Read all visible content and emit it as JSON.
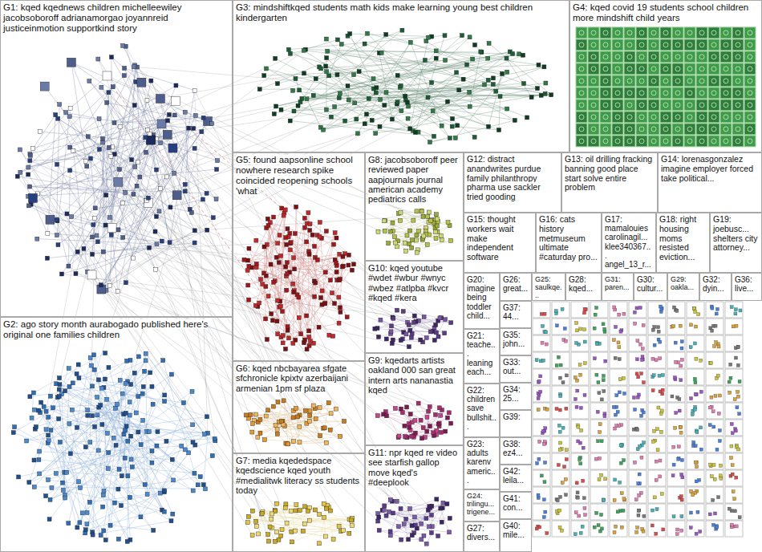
{
  "diagram": {
    "nodes": [
      {
        "text": [
          "G1: kqed kqednews children michelleewiley jacobsoboroff adrianamorgao joyannreid justiceinmotion supportkind story"
        ]
      },
      {
        "text": [
          "G3: mindshiftkqed students math kids make learning young best children kindergarten"
        ]
      },
      {
        "text": [
          "G4: kqed covid 19 students school children more mindshift child years"
        ]
      },
      {
        "text": [
          "G5: found aapsonline school nowhere research spike coincided reopening schools 'what"
        ]
      },
      {
        "text": [
          "G8: jacobsoboroff peer reviewed paper aapjournals journal american academy pediatrics calls"
        ]
      },
      {
        "text": [
          "G12: distract anandwrites purdue family philanthropy pharma use sackler tried gooding"
        ]
      },
      {
        "text": [
          "G13: oil drilling fracking banning good place start solve entire problem"
        ]
      },
      {
        "text": [
          "G14: lorenasgonzalez imagine employer forced take political..."
        ]
      },
      {
        "text": [
          "G15: thought workers wait make independent software"
        ]
      },
      {
        "text": [
          "G16: cats history metmuseum ultimate #caturday pro..."
        ]
      },
      {
        "text": [
          "G17: mamalouies carolinagil... klee340367... angel_13_r..."
        ]
      },
      {
        "text": [
          "G18: right housing moms resisted eviction..."
        ]
      },
      {
        "text": [
          "G19: joebusc... shelters city attorney..."
        ]
      },
      {
        "text": [
          "G10: kqed youtube #wdet #wbur #wnyc #wbez #atlpba #kvcr #kqed #kera"
        ]
      },
      {
        "text": [
          "G20: imagine being toddler child..."
        ]
      },
      {
        "text": [
          "G26: great..."
        ]
      },
      {
        "text": [
          "G25: saulkqe..."
        ]
      },
      {
        "text": [
          "G28: kqed..."
        ]
      },
      {
        "text": [
          "G31: paren..."
        ]
      },
      {
        "text": [
          "G30: cultur..."
        ]
      },
      {
        "text": [
          "G29: oakla..."
        ]
      },
      {
        "text": [
          "G32: dyin..."
        ]
      },
      {
        "text": [
          "G36: live..."
        ]
      },
      {
        "text": [
          "G37: 44..."
        ]
      },
      {
        "text": [
          "G35: john..."
        ]
      },
      {
        "text": [
          "G33: out..."
        ]
      },
      {
        "text": [
          "G34: 25..."
        ]
      },
      {
        "text": [
          "G39:"
        ]
      },
      {
        "text": [
          "G38: ez4..."
        ]
      },
      {
        "text": [
          "G42: leila..."
        ]
      },
      {
        "text": [
          "G41: con..."
        ]
      },
      {
        "text": [
          "G40: mile..."
        ]
      },
      {
        "text": [
          "G21: teache... leaning each..."
        ]
      },
      {
        "text": [
          "G22: children save bullshit..."
        ]
      },
      {
        "text": [
          "G23: adults karenv americ..."
        ]
      },
      {
        "text": [
          "G24: trilingu... trigene..."
        ]
      },
      {
        "text": [
          "G27: divers..."
        ]
      },
      {
        "text": [
          "G6: kqed nbcbayarea sfgate sfchronicle kpixtv azerbaijani armenian 1pm sf plaza"
        ]
      },
      {
        "text": [
          "G9: kqedarts artists oakland 000 san great intern arts nananastia kqed"
        ]
      },
      {
        "text": [
          "G7: media kqededspace kqedscience kqed youth #medialitwk literacy ss students today"
        ]
      },
      {
        "text": [
          "G11: npr kqed re video see starfish gallop move kqed's #deeplook"
        ]
      },
      {
        "text": [
          "G2: ago story month aurabogado published here's original one families children"
        ]
      }
    ]
  }
}
